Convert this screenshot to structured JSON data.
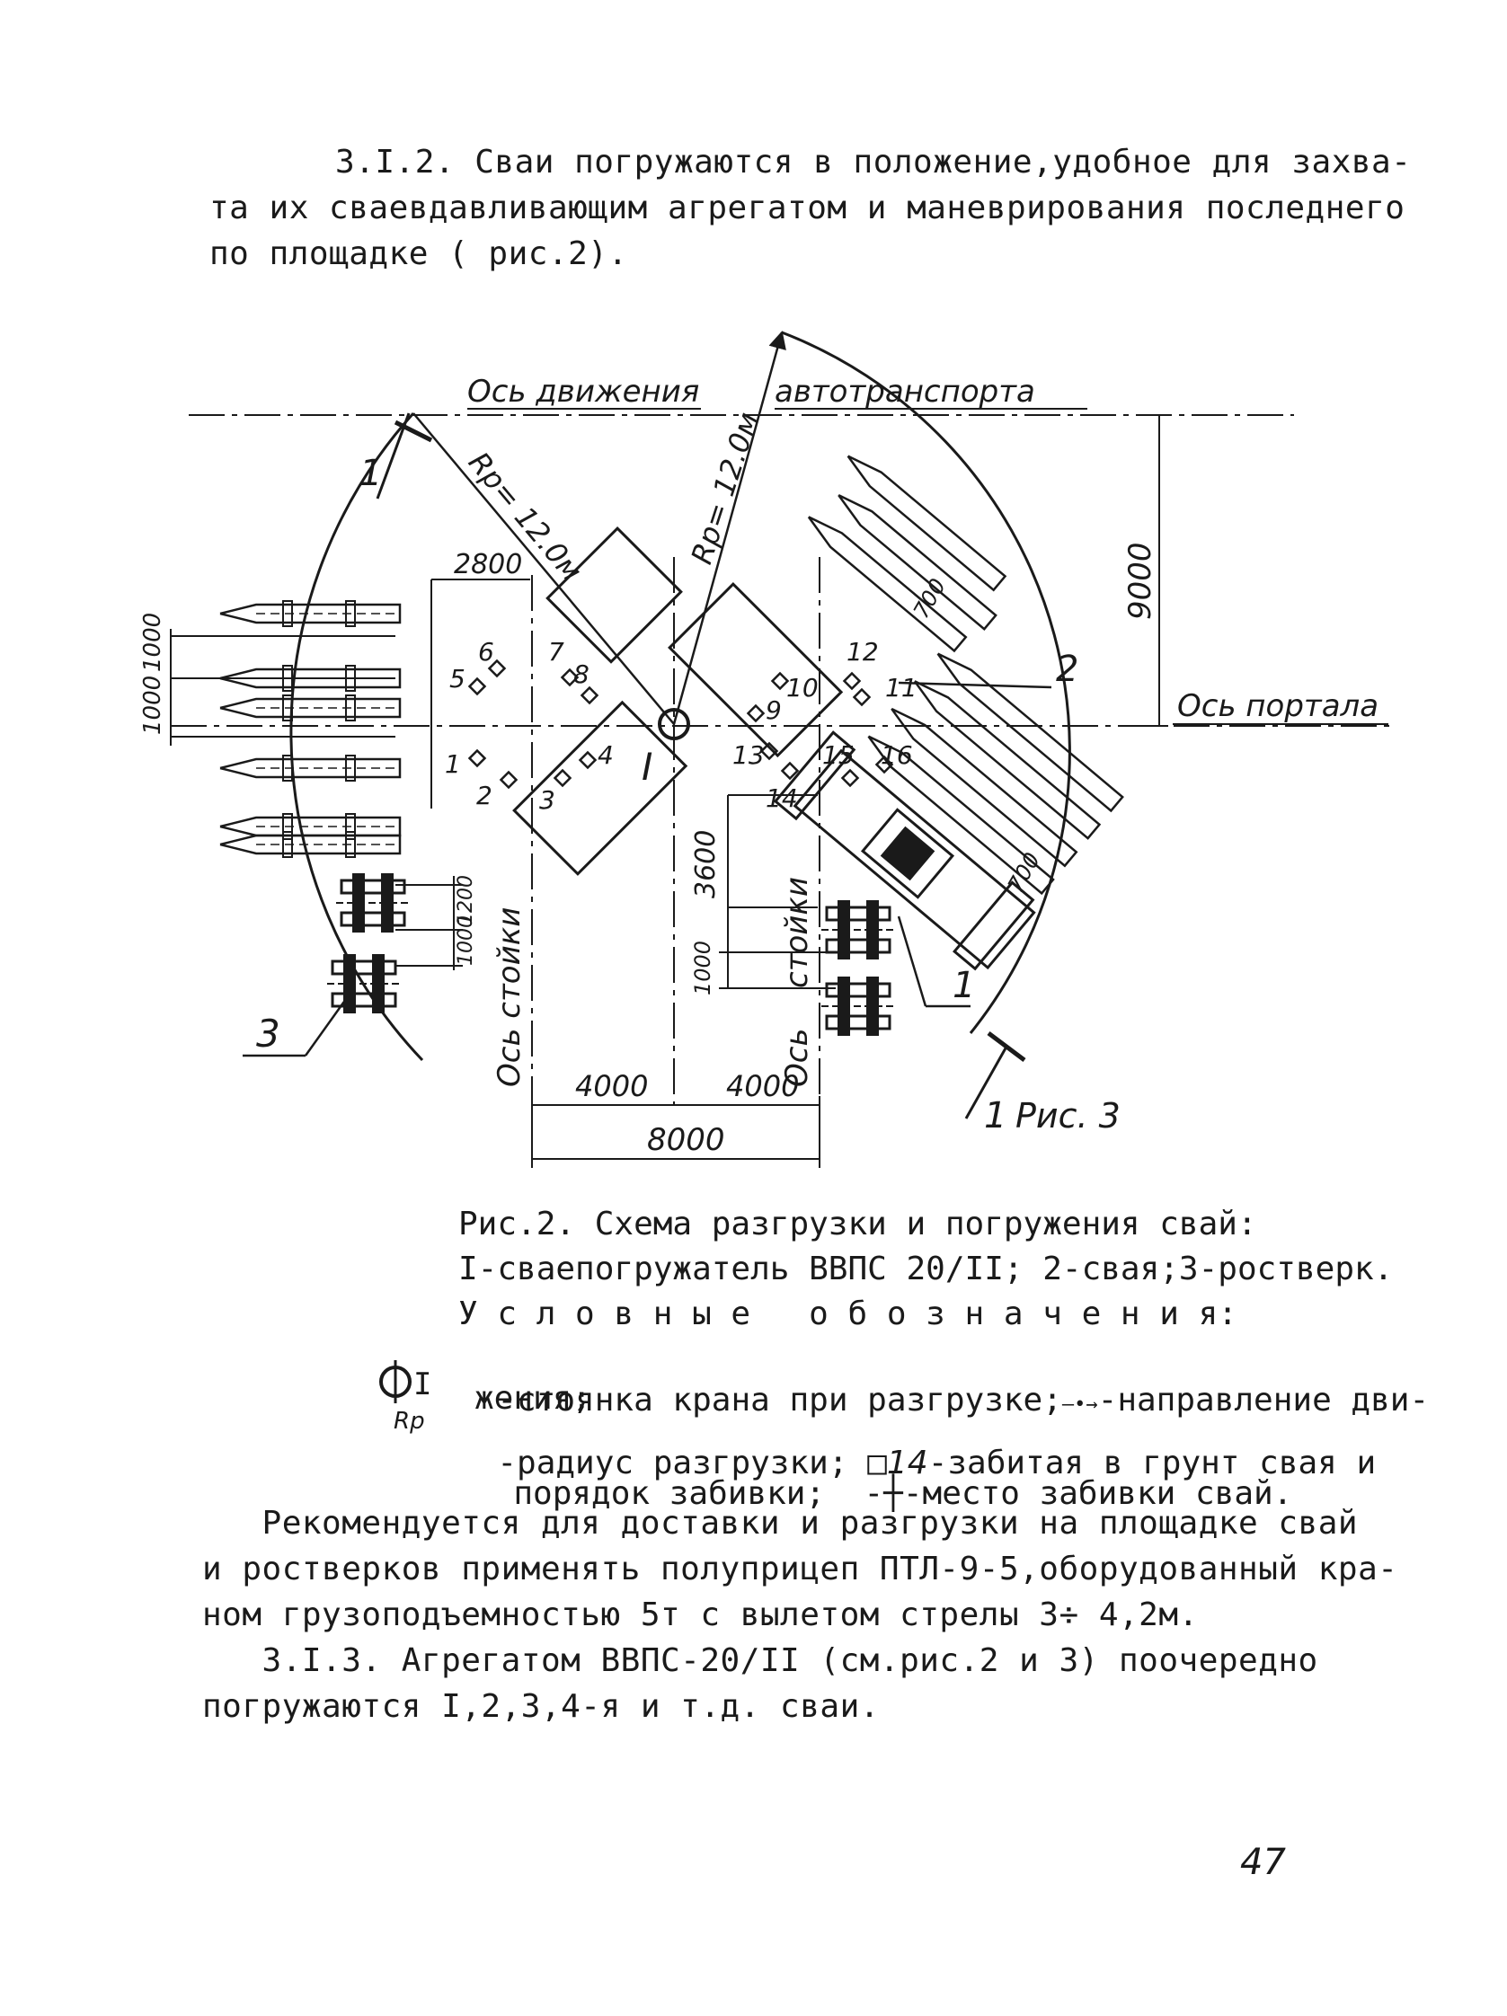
{
  "intro_paragraph": {
    "line1": "3.I.2. Сваи погружаются в положение,удобное для захва-",
    "line2": "та их сваевдавливающим агрегатом и маневрирования последнего",
    "line3": "по площадке ( рис.2)."
  },
  "figure": {
    "labels": {
      "axis_traffic_left": "Ось движения",
      "axis_traffic_right": "автотранспорта",
      "axis_portal": "Ось портала",
      "axis_post_left": "Ось стойки",
      "axis_post_right_1": "Ось",
      "axis_post_right_2": "стойки",
      "radius_left": "Rр= 12.0м",
      "radius_right": "Rр= 12.0м",
      "section_top": "1",
      "section_bottom": "1",
      "fig_ref": "Рис. 3",
      "callout_1": "1",
      "callout_2": "2",
      "callout_3": "3",
      "center_mark": "I"
    },
    "dimensions": {
      "d_9000": "9000",
      "d_2800": "2800",
      "d_1000_a": "1000",
      "d_1000_b": "1000",
      "d_1200": "1200",
      "d_1000_c": "1000",
      "d_3600": "3600",
      "d_1000_d": "1000",
      "d_4000_a": "4000",
      "d_4000_b": "4000",
      "d_8000": "8000",
      "d_700_a": "700",
      "d_700_b": "700"
    },
    "pile_numbers": [
      "1",
      "2",
      "3",
      "4",
      "5",
      "6",
      "7",
      "8",
      "9",
      "10",
      "11",
      "12",
      "13",
      "14",
      "15",
      "16"
    ]
  },
  "caption": {
    "line1": "Рис.2. Схема разгрузки и погружения свай:",
    "line2": "I-сваепогружатель ВВПС 20/II; 2-свая;3-ростверк.",
    "line3": "У с л о в н ы е   о б о з н а ч е н и я:"
  },
  "legend": {
    "symbol_label": "I",
    "symbol_sub": "Rр",
    "line1": "-стоянка крана при разгрузке;",
    "line1b": "-направление дви-",
    "line2": "жения;",
    "line3": "-радиус разгрузки;",
    "line3_num": "14",
    "line3b": "-забитая в грунт свая и",
    "line4": "порядок забивки;",
    "line4b": "-место забивки свай."
  },
  "body": {
    "line1": "   Рекомендуется для доставки и разгрузки на площадке свай",
    "line2": "и ростверков применять полуприцеп ПТЛ-9-5,оборудованный кра-",
    "line3": "ном грузоподъемностью 5т с вылетом стрелы 3÷ 4,2м.",
    "line4": "   3.I.3. Агрегатом ВВПС-20/II (см.рис.2 и 3) поочередно",
    "line5": "погружаются I,2,3,4-я и т.д. сваи."
  },
  "page_number": "47"
}
